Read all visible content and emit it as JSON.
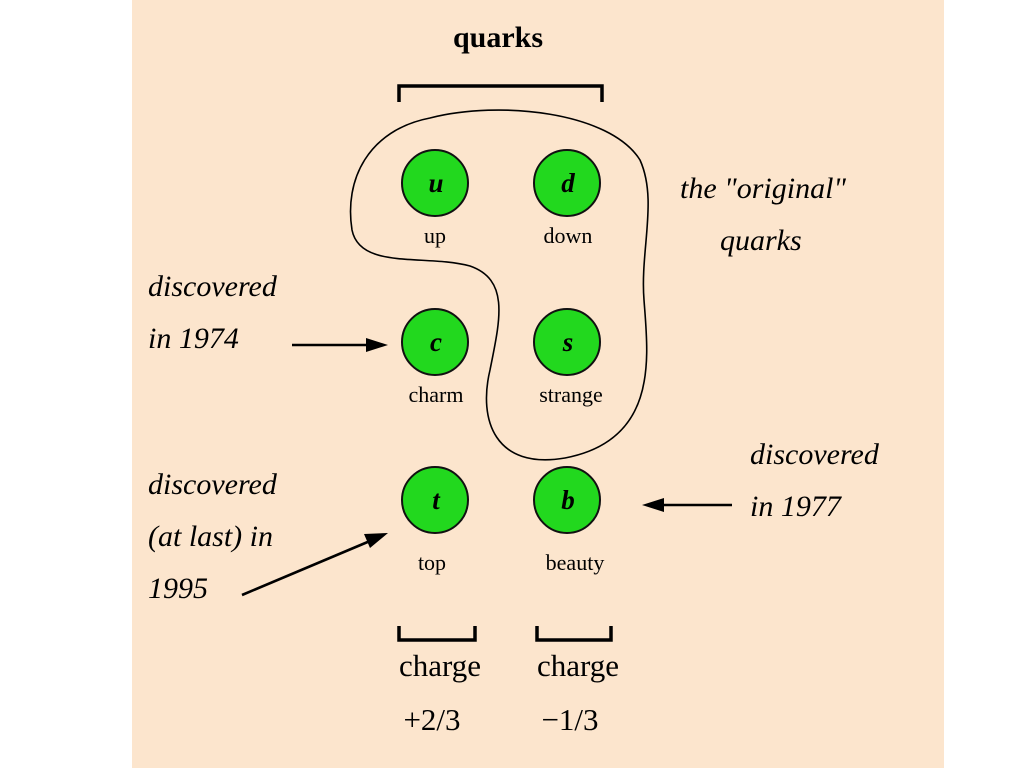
{
  "title": "quarks",
  "quarks": [
    {
      "symbol": "u",
      "name": "up"
    },
    {
      "symbol": "d",
      "name": "down"
    },
    {
      "symbol": "c",
      "name": "charm"
    },
    {
      "symbol": "s",
      "name": "strange"
    },
    {
      "symbol": "t",
      "name": "top"
    },
    {
      "symbol": "b",
      "name": "beauty"
    }
  ],
  "annotations": {
    "original": [
      "the \"original\"",
      "quarks"
    ],
    "charm_discovery": [
      "discovered",
      "in 1974"
    ],
    "beauty_discovery": [
      "discovered",
      "in 1977"
    ],
    "top_discovery": [
      "discovered",
      "(at last) in",
      "1995"
    ]
  },
  "charges": [
    {
      "label": "charge",
      "value": "+2/3"
    },
    {
      "label": "charge",
      "value": "−1/3"
    }
  ],
  "colors": {
    "background": "#fce5cd",
    "quark_fill": "#22d81e"
  }
}
